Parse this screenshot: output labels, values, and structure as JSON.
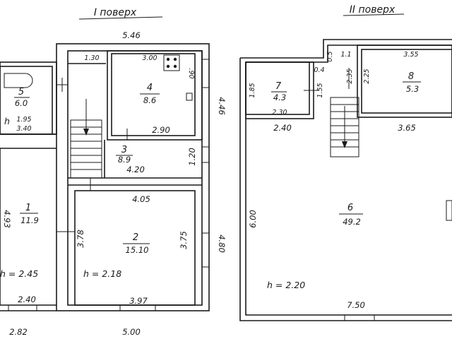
{
  "floors": {
    "first": {
      "title": "I поверх",
      "dims": {
        "top": "5.46",
        "bottom": "5.00",
        "bottom_left": "2.82",
        "right_upper": "4.46",
        "right_lower": "4.80",
        "left_partial": "4.93",
        "stair_top": "1.30",
        "k_top": "3.00",
        "k_side": ".90",
        "k_bottom": "2.90",
        "hall_w": "4.20",
        "hall_h": "1.20",
        "r2_top": "4.05",
        "r2_bottom": "3.97",
        "r2_left": "3.78",
        "r2_right": "3.75",
        "r1_bottom": "2.40",
        "r5_w": "1.95",
        "r5_h": "3.40"
      },
      "rooms": [
        {
          "num": "1",
          "area": "11.9"
        },
        {
          "num": "2",
          "area": "15.10"
        },
        {
          "num": "3",
          "area": "8.9"
        },
        {
          "num": "4",
          "area": "8.6"
        },
        {
          "num": "5",
          "area": "6.0"
        }
      ],
      "heights": {
        "r1": "h = 2.45",
        "r2": "h = 2.18",
        "r5": "h"
      }
    },
    "second": {
      "title": "II поверх",
      "dims": {
        "top_a": "0.5",
        "top_b": "1.1",
        "top_c": "3.55",
        "gap": "0.4",
        "stair_v": "2.35",
        "r8_v": "2.25",
        "r7_left": "1.85",
        "r7_right": "1.55",
        "r7_bottom": "2.30",
        "r7_under": "2.40",
        "r8_under": "3.65",
        "r6_left": "6.00",
        "r6_bottom": "7.50"
      },
      "rooms": [
        {
          "num": "6",
          "area": "49.2"
        },
        {
          "num": "7",
          "area": "4.3"
        },
        {
          "num": "8",
          "area": "5.3"
        }
      ],
      "heights": {
        "r6": "h = 2.20"
      }
    }
  }
}
